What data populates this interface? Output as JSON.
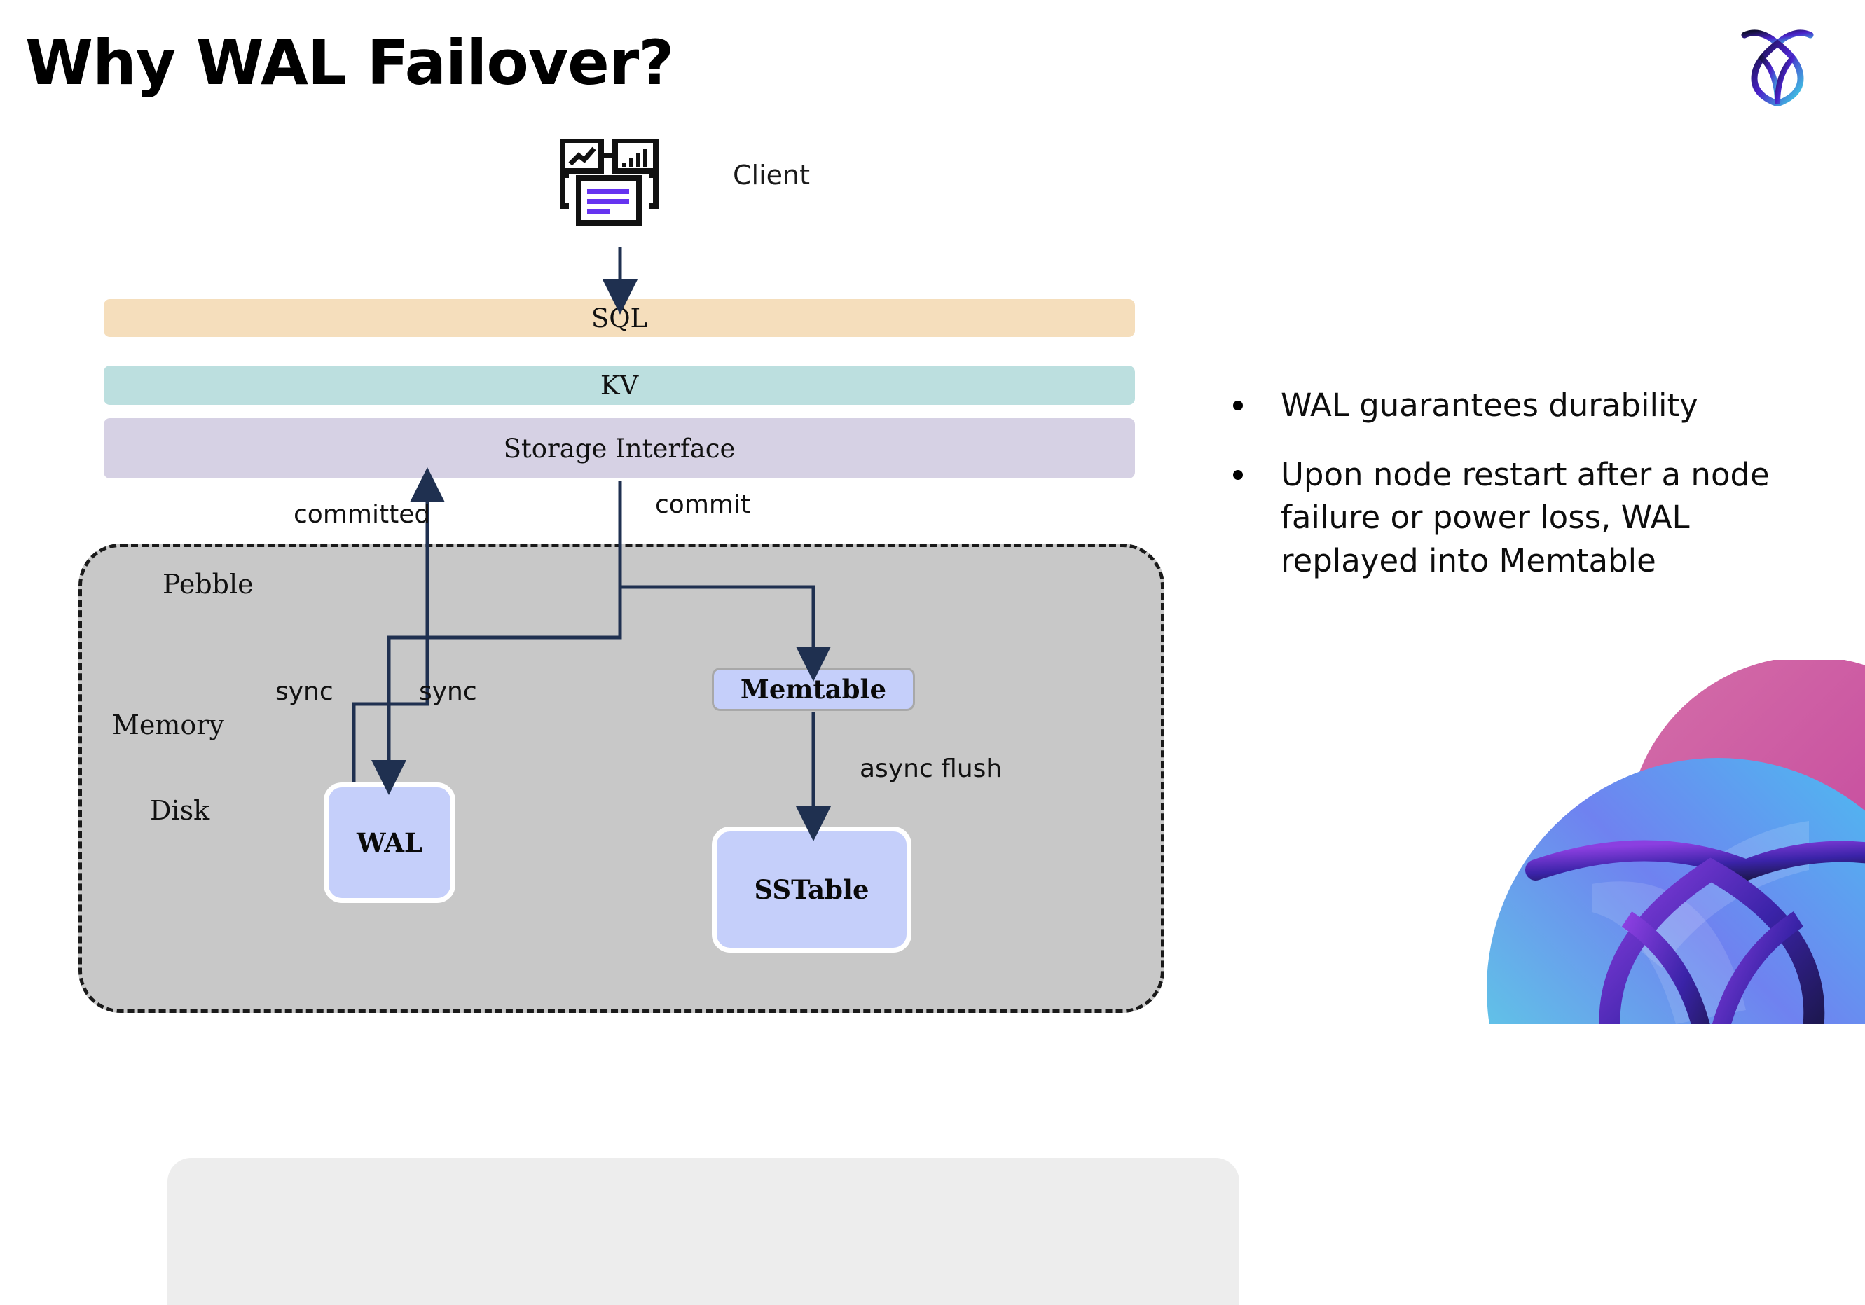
{
  "slide": {
    "title": "Why WAL Failover?"
  },
  "brand": {
    "logo_icon": "cockroach-labs-logo-icon",
    "watermark_icon": "cockroach-labs-watermark-icon",
    "gradient_start": "#1a1448",
    "gradient_mid": "#5b2bd9",
    "gradient_end": "#3ddfe8"
  },
  "diagram": {
    "client": {
      "icon": "client-dashboard-icon",
      "label": "Client"
    },
    "layers": [
      {
        "id": "sql",
        "label": "SQL",
        "color": "#f5debc"
      },
      {
        "id": "kv",
        "label": "KV",
        "color": "#bcdfdf"
      },
      {
        "id": "storage",
        "label": "Storage Interface",
        "color": "#d6d1e4"
      }
    ],
    "pebble": {
      "label": "Pebble",
      "fill": "#c8c8c8",
      "memory_label": "Memory",
      "memory_fill": "#ededed",
      "disk_label": "Disk"
    },
    "nodes": [
      {
        "id": "wal",
        "label": "WAL",
        "fill": "#c5cffa"
      },
      {
        "id": "memtable",
        "label": "Memtable",
        "fill": "#c5cffa"
      },
      {
        "id": "sstable",
        "label": "SSTable",
        "fill": "#c5cffa"
      }
    ],
    "edge_labels": {
      "committed": "committed",
      "commit": "commit",
      "sync_left": "sync",
      "sync_right": "sync",
      "async_flush": "async flush"
    },
    "arrow_color": "#1f3050"
  },
  "bullets": [
    {
      "text": "WAL guarantees durability"
    },
    {
      "text": "Upon node restart after a node failure or power loss, WAL replayed into Memtable"
    }
  ]
}
